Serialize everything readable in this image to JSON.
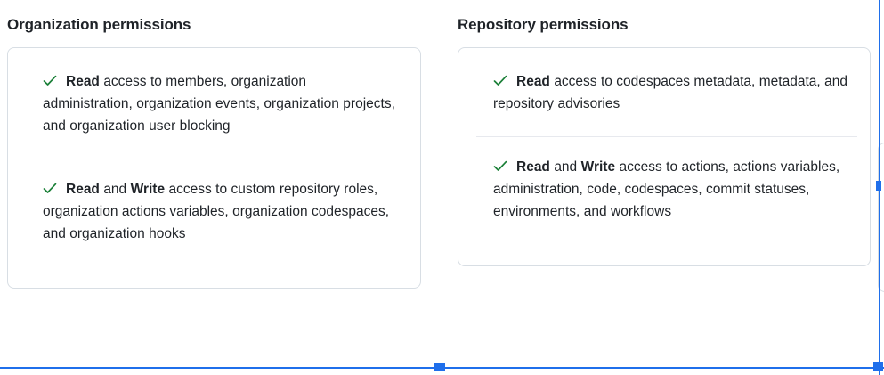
{
  "theme": {
    "text_color": "#1f2328",
    "card_border_color": "#d8dee4",
    "divider_color": "#e7e9ee",
    "check_color": "#1a7f37",
    "selection_color": "#1f6feb",
    "background": "#ffffff"
  },
  "columns": [
    {
      "id": "organization",
      "heading": "Organization permissions",
      "items": [
        {
          "icon": "check-icon",
          "segments": [
            {
              "text": "Read",
              "bold": true
            },
            {
              "text": " access to members, organization administration, organization events, organization projects, and organization user blocking",
              "bold": false
            }
          ],
          "plain": "Read access to members, organization administration, organization events, organization projects, and organization user blocking"
        },
        {
          "icon": "check-icon",
          "segments": [
            {
              "text": "Read",
              "bold": true
            },
            {
              "text": " and ",
              "bold": false
            },
            {
              "text": "Write",
              "bold": true
            },
            {
              "text": " access to custom repository roles, organization actions variables, organization codespaces, and organization hooks",
              "bold": false
            }
          ],
          "plain": "Read and Write access to custom repository roles, organization actions variables, organization codespaces, and organization hooks"
        }
      ]
    },
    {
      "id": "repository",
      "heading": "Repository permissions",
      "items": [
        {
          "icon": "check-icon",
          "segments": [
            {
              "text": "Read",
              "bold": true
            },
            {
              "text": " access to codespaces metadata, metadata, and repository advisories",
              "bold": false
            }
          ],
          "plain": "Read access to codespaces metadata, metadata, and repository advisories"
        },
        {
          "icon": "check-icon",
          "segments": [
            {
              "text": "Read",
              "bold": true
            },
            {
              "text": " and ",
              "bold": false
            },
            {
              "text": "Write",
              "bold": true
            },
            {
              "text": " access to actions, actions variables, administration, code, codespaces, commit statuses, environments, and workflows",
              "bold": false
            }
          ],
          "plain": "Read and Write access to actions, actions variables, administration, code, codespaces, commit statuses, environments, and workflows"
        }
      ]
    }
  ],
  "selection_overlay": {
    "name": "screenshot-selection",
    "handles": [
      "bottom-middle",
      "bottom-right",
      "right-middle"
    ]
  }
}
